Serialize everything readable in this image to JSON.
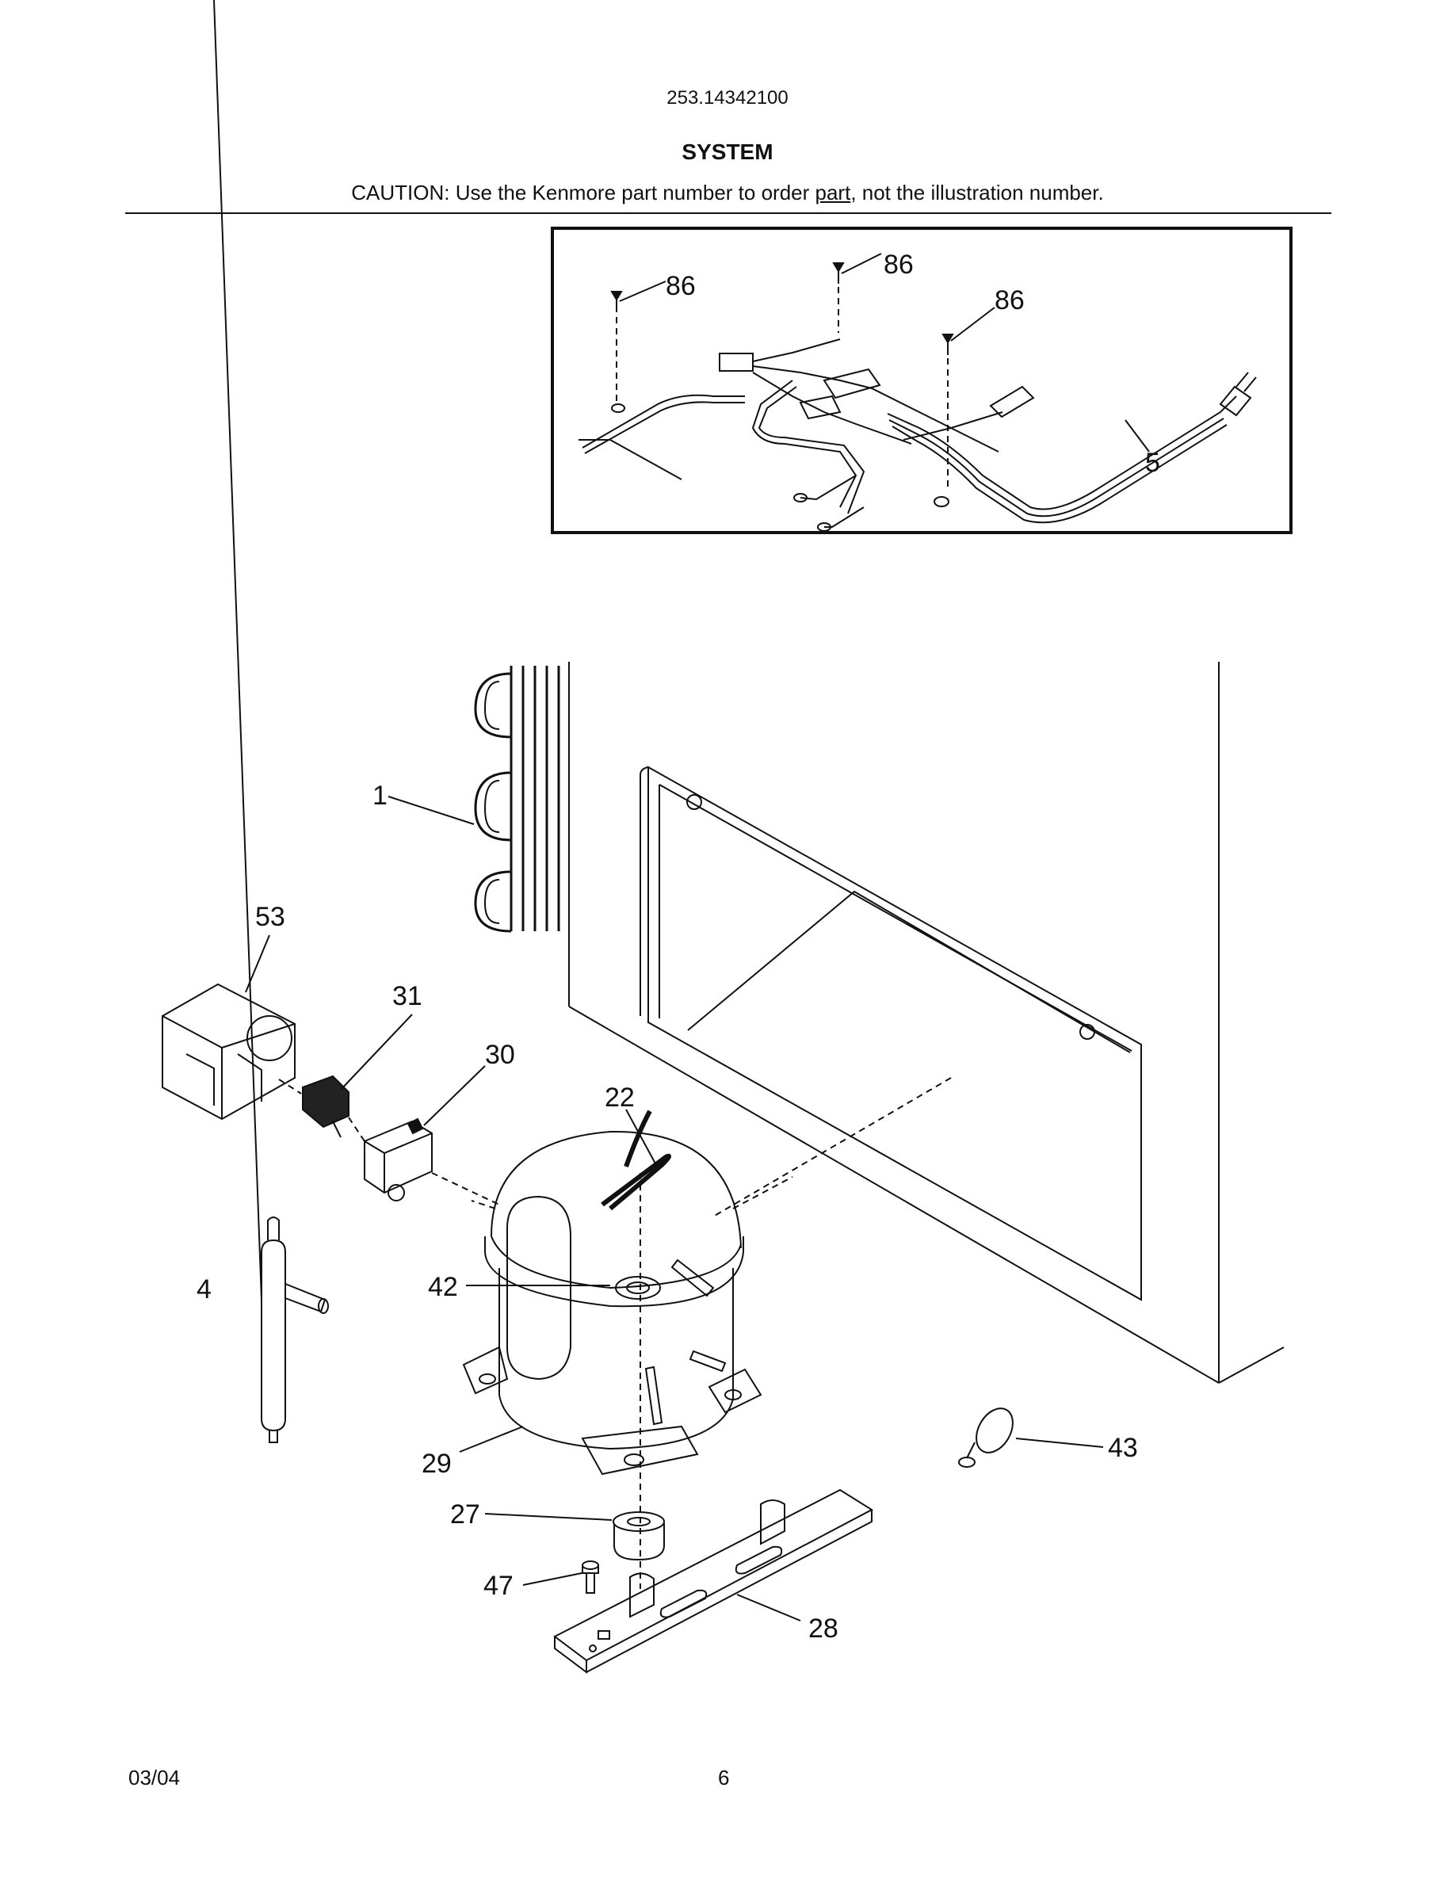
{
  "header": {
    "model_number": "253.14342100",
    "section_title": "SYSTEM",
    "caution_before": "CAUTION: Use the Kenmore part number to order ",
    "caution_underlined": "part",
    "caution_after": ", not the illustration number."
  },
  "callouts": {
    "screw_a": "86",
    "screw_b": "86",
    "screw_c": "86",
    "power_cord": "5",
    "condenser": "1",
    "cover": "53",
    "overload": "31",
    "relay": "30",
    "clip": "22",
    "drier": "4",
    "grommet_top": "42",
    "compressor": "29",
    "grommet": "27",
    "bolt": "47",
    "base_plate": "28",
    "tube_clip": "43"
  },
  "footer": {
    "date": "03/04",
    "page": "6"
  }
}
